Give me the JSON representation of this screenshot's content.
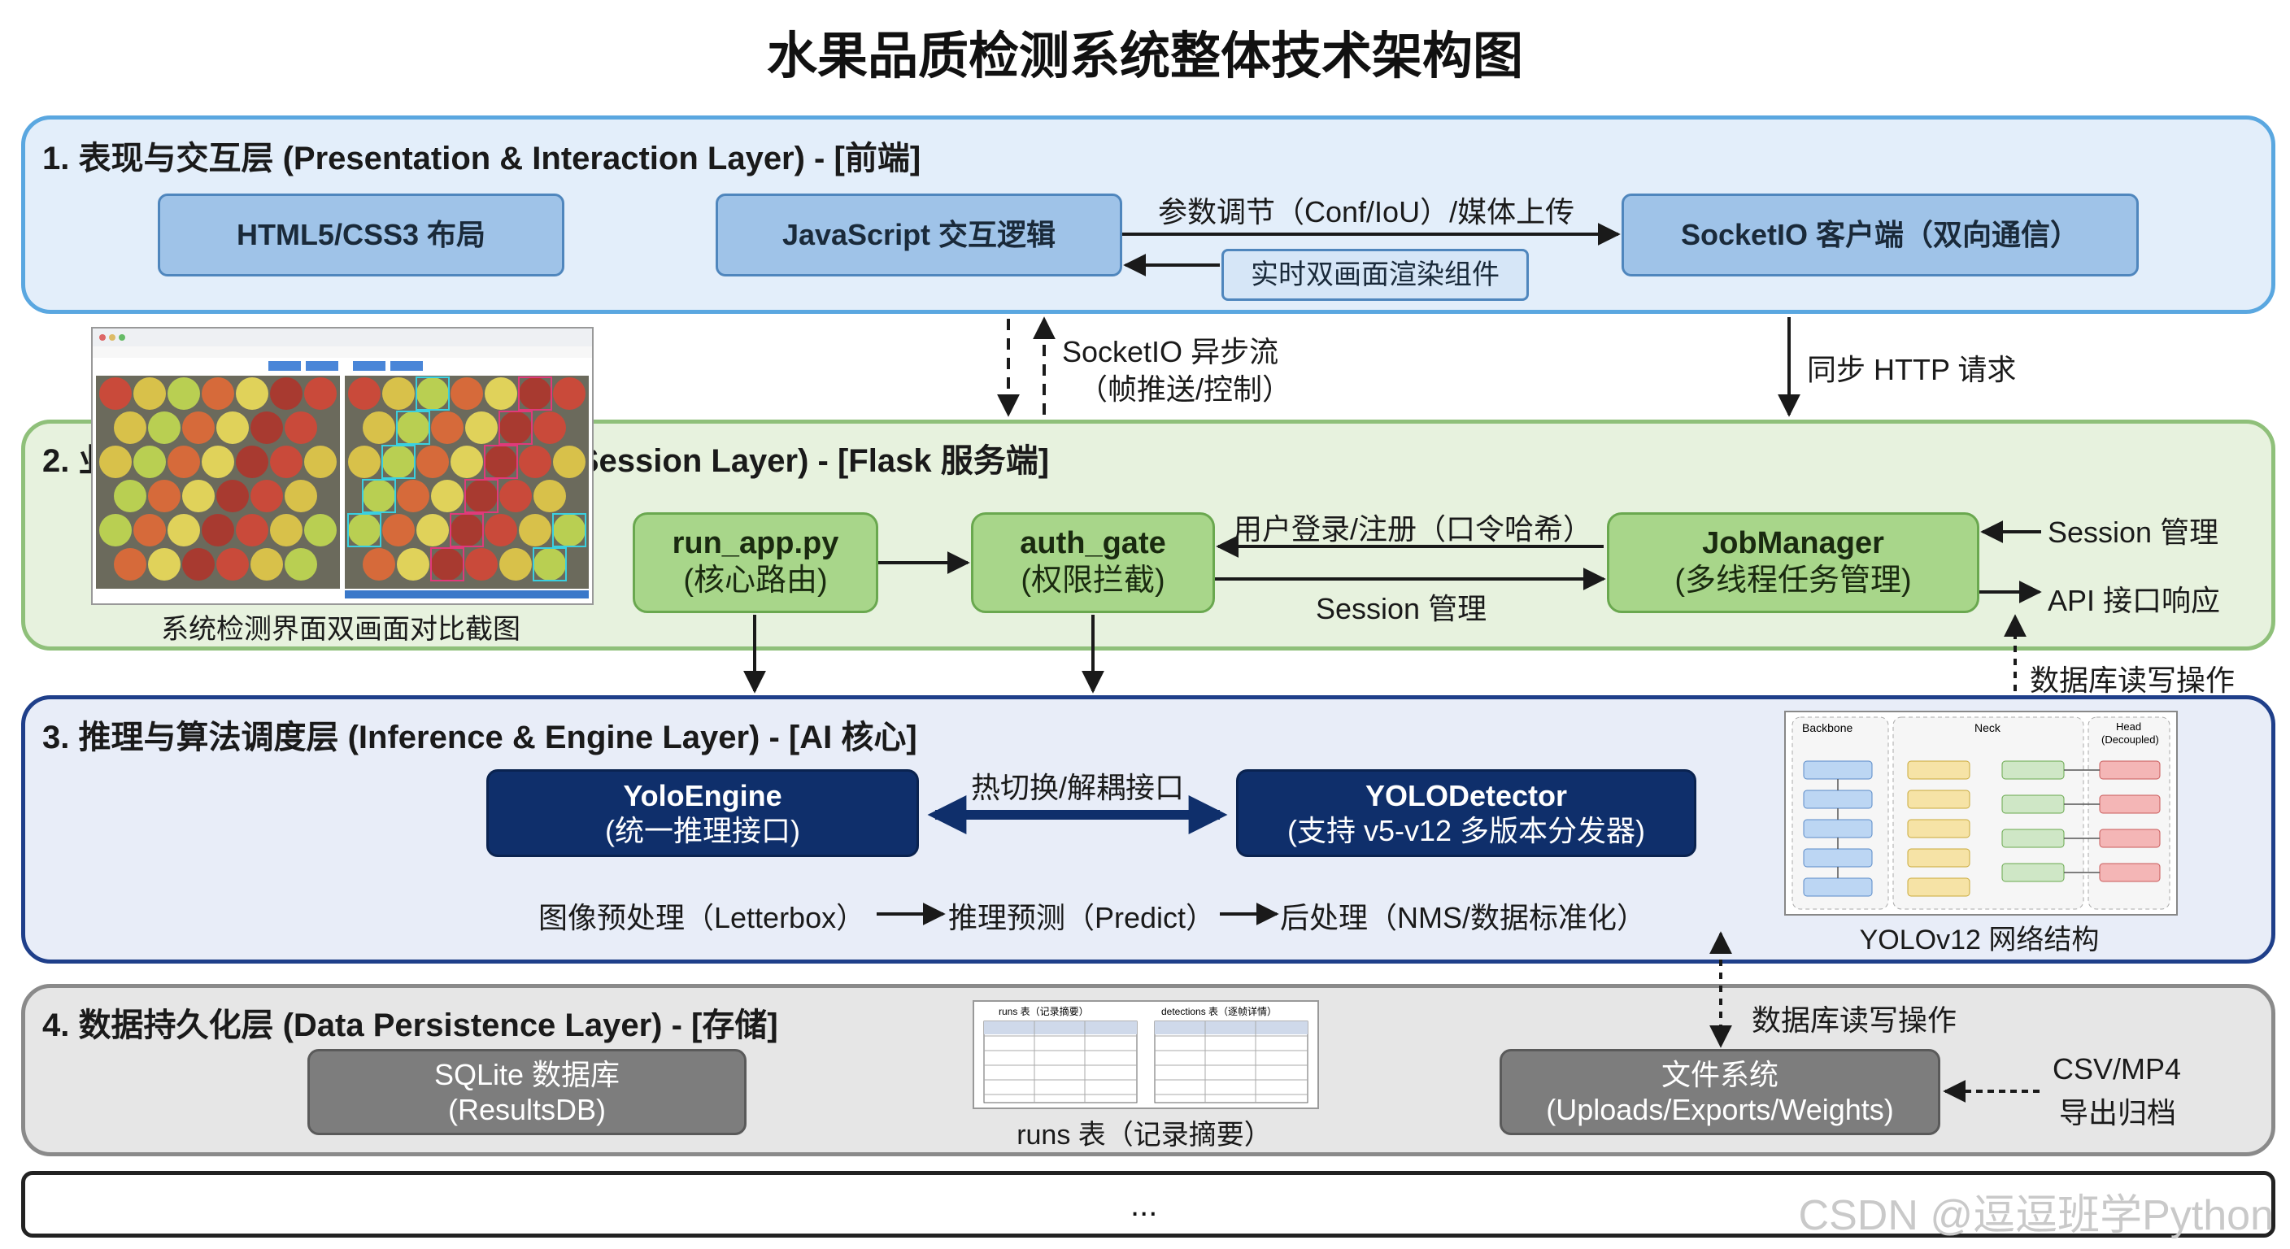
{
  "title": "水果品质检测系统整体技术架构图",
  "layer1": {
    "title": "1. 表现与交互层 (Presentation & Interaction Layer) - [前端]",
    "html5_box": "HTML5/CSS3 布局",
    "js_box": "JavaScript 交互逻辑",
    "socketio_client_box": "SocketIO 客户端（双向通信）",
    "render_box": "实时双画面渲染组件",
    "upload_label": "参数调节（Conf/IoU）/媒体上传"
  },
  "between12": {
    "socketio_stream_line1": "SocketIO 异步流",
    "socketio_stream_line2": "（帧推送/控制）",
    "http_label": "同步 HTTP 请求"
  },
  "screenshot_caption": "系统检测界面双画面对比截图",
  "layer2": {
    "title": "2. 业务与会会话管理层 (Business & Session Layer) - [Flask 服务端]",
    "run_app_line1": "run_app.py",
    "run_app_line2": "(核心路由)",
    "auth_gate_line1": "auth_gate",
    "auth_gate_line2": "(权限拦截)",
    "jobmanager_line1": "JobManager",
    "jobmanager_line2": "(多线程任务管理)",
    "login_label": "用户登录/注册（口令哈希）",
    "session_label": "Session 管理",
    "session_right_label": "Session 管理",
    "api_label": "API 接口响应",
    "db_rw_label": "数据库读写操作"
  },
  "layer3": {
    "title": "3. 推理与算法调度层 (Inference & Engine Layer) - [AI 核心]",
    "yolo_engine_line1": "YoloEngine",
    "yolo_engine_line2": "(统一推理接口)",
    "yolo_detector_line1": "YOLODetector",
    "yolo_detector_line2": "(支持 v5-v12 多版本分发器)",
    "hotswap_label": "热切换/解耦接口",
    "pipeline_step1": "图像预处理（Letterbox）",
    "pipeline_step2": "推理预测（Predict）",
    "pipeline_step3": "后处理（NMS/数据标准化）",
    "network_caption": "YOLOv12 网络结构",
    "net_backbone": "Backbone",
    "net_neck": "Neck",
    "net_head_line1": "Head",
    "net_head_line2": "(Decoupled)"
  },
  "layer4": {
    "title": "4. 数据持久化层 (Data Persistence Layer) - [存储]",
    "sqlite_line1": "SQLite 数据库",
    "sqlite_line2": "(ResultsDB)",
    "fs_line1": "文件系统",
    "fs_line2": "(Uploads/Exports/Weights)",
    "db_rw_label": "数据库读写操作",
    "csv_line1": "CSV/MP4",
    "csv_line2": "导出归档",
    "table_caption": "runs 表（记录摘要）",
    "runs_table_title": "runs 表（记录摘要）",
    "detections_table_title": "detections 表（逐帧详情）"
  },
  "ellipsis": "...",
  "watermark": "CSDN @逗逗班学Python",
  "colors": {
    "layer1_border": "#5aa7e0",
    "layer2_border": "#8fc07a",
    "layer3_border": "#1f3f8a",
    "layer4_border": "#8a8a8a",
    "navy_box": "#0f2f6b"
  }
}
